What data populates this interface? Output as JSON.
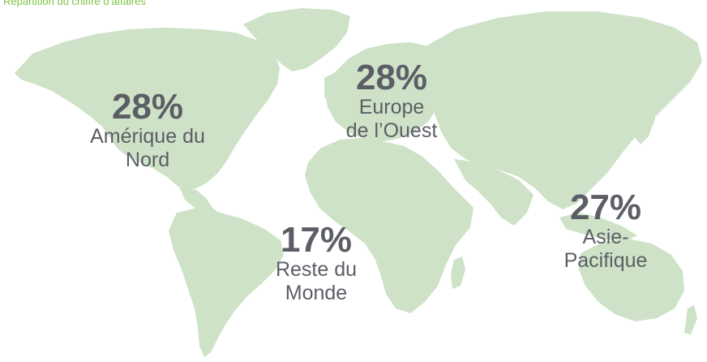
{
  "caption": "Répartition du chiffre d’affaires",
  "colors": {
    "land": "#cde2c6",
    "text": "#5c5e66",
    "caption": "#7fc241"
  },
  "regions": [
    {
      "id": "north-america",
      "percent": "28%",
      "label_lines": [
        "Amérique du",
        "Nord"
      ]
    },
    {
      "id": "western-europe",
      "percent": "28%",
      "label_lines": [
        "Europe",
        "de l’Ouest"
      ]
    },
    {
      "id": "asia-pacific",
      "percent": "27%",
      "label_lines": [
        "Asie-",
        "Pacifique"
      ]
    },
    {
      "id": "rest-of-world",
      "percent": "17%",
      "label_lines": [
        "Reste du",
        "Monde"
      ]
    }
  ]
}
